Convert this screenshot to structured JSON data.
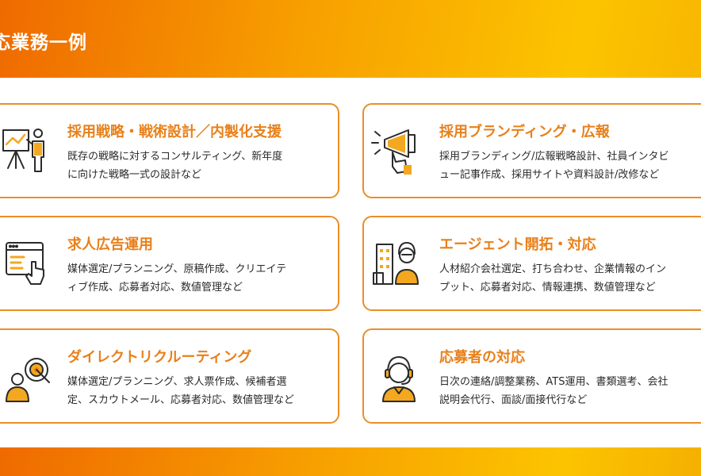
{
  "title": "応業務一例",
  "cards": [
    {
      "title": "採用戦略・戦術設計／内製化支援",
      "desc": [
        "既存の戦略に対するコンサルティング、新年度",
        "に向けた戦略一式の設計など"
      ]
    },
    {
      "title": "採用ブランディング・広報",
      "desc": [
        "採用ブランディング/広報戦略設計、社員インタビ",
        "ュー記事作成、採用サイトや資料設計/改修など"
      ]
    },
    {
      "title": "求人広告運用",
      "desc": [
        "媒体選定/プランニング、原稿作成、クリエイテ",
        "ィブ作成、応募者対応、数値管理など"
      ]
    },
    {
      "title": "エージェント開拓・対応",
      "desc": [
        "人材紹介会社選定、打ち合わせ、企業情報のイン",
        "プット、応募者対応、情報連携、数値管理など"
      ]
    },
    {
      "title": "ダイレクトリクルーティング",
      "desc": [
        "媒体選定/プランニング、求人票作成、候補者選",
        "定、スカウトメール、応募者対応、数値管理など"
      ]
    },
    {
      "title": "応募者の対応",
      "desc": [
        "日次の連絡/調整業務、ATS運用、書類選考、会社",
        "説明会代行、面談/面接代行など"
      ]
    }
  ],
  "colors": {
    "accent": "#e8801a",
    "border": "#ea8f27",
    "icon_line": "#2b2b2b",
    "icon_fill": "#f3a81f"
  },
  "icons": [
    "presentation-icon",
    "megaphone-icon",
    "web-click-icon",
    "agent-building-icon",
    "target-person-icon",
    "headset-operator-icon"
  ]
}
